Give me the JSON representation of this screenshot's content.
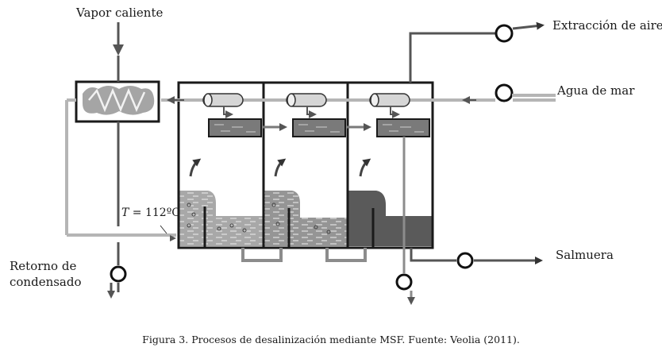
{
  "labels": {
    "vapor": "Vapor caliente",
    "air": "Extracción de aire",
    "seawater": "Agua de mar",
    "retorno_line1": "Retorno de",
    "retorno_line2": "condensado",
    "brine": "Salmuera"
  },
  "temperature": {
    "symbol": "T",
    "value": " = 112ºC"
  },
  "caption": "Figura 3. Procesos de desalinización mediante MSF. Fuente: Veolia (2011).",
  "colors": {
    "line_dark": "#2b2b2b",
    "pipe_gray": "#8c8c8c",
    "pipe_light": "#b5b5b5",
    "water_light": "#a8a8a8",
    "water_dark": "#5a5a5a",
    "tray_fill": "#7a7a7a"
  },
  "icons": [
    "pump-icon",
    "arrow-icon",
    "tube-bundle-icon",
    "heater-coil-icon"
  ]
}
